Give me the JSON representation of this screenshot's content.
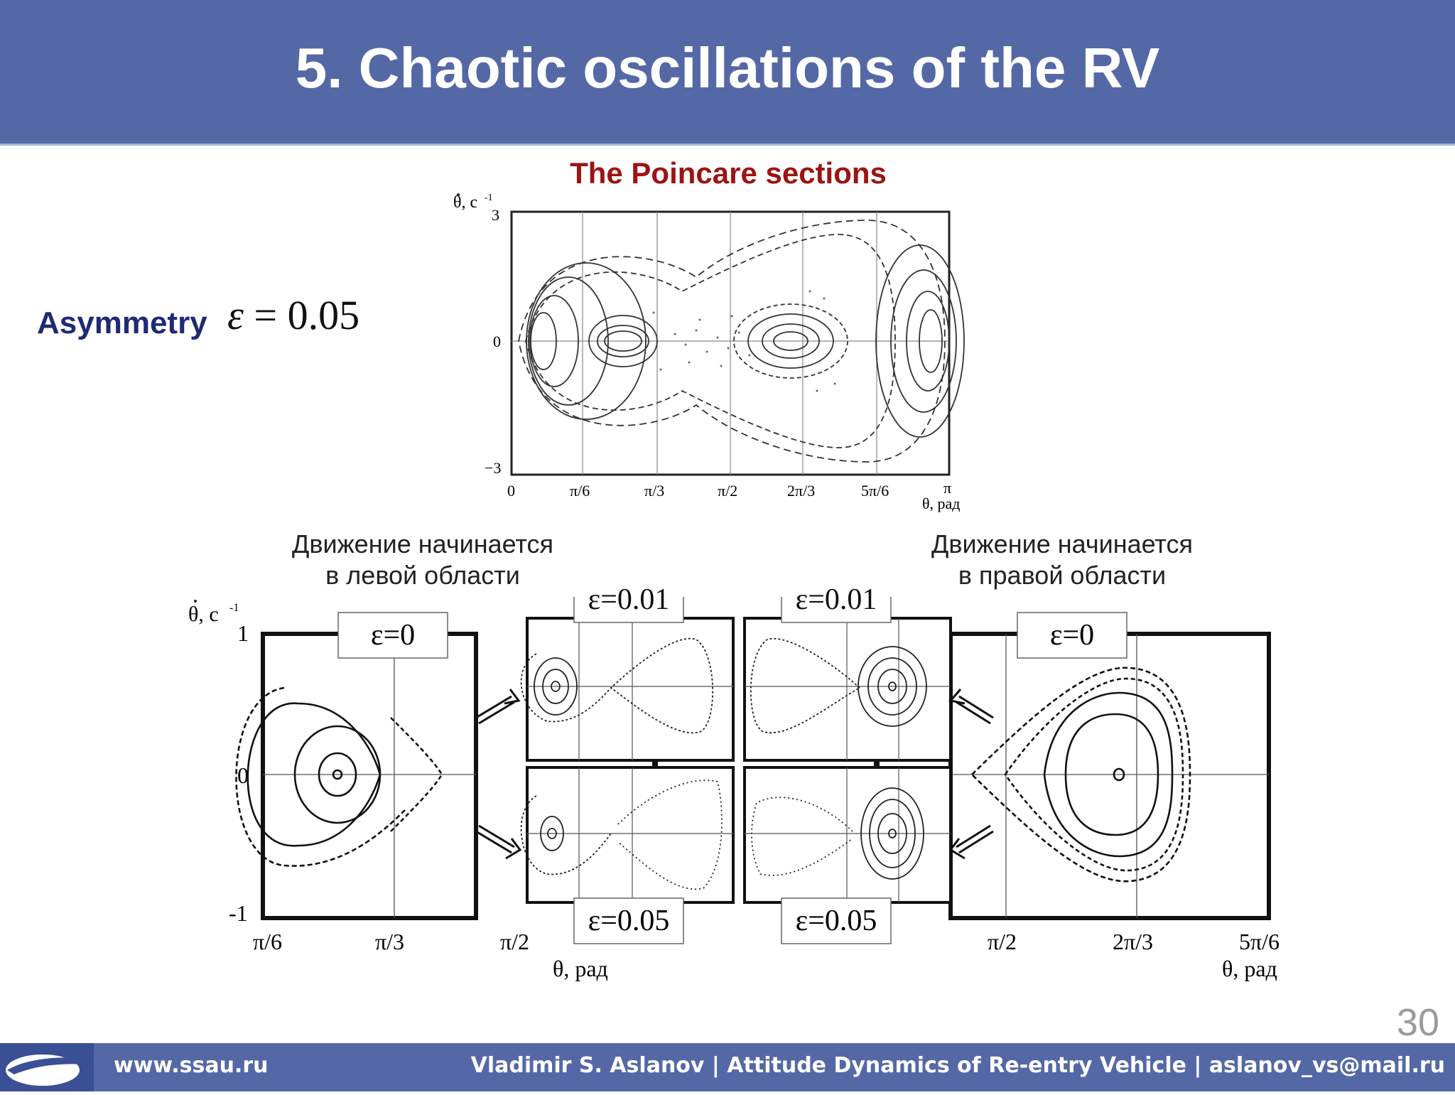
{
  "slide": {
    "title": "5. Chaotic oscillations of the RV",
    "subtitle": "The Poincare sections",
    "asymmetry_label": "Asymmetry",
    "asymmetry_formula_symbol": "ε",
    "asymmetry_formula_eq": "= 0.05",
    "page_number": "30"
  },
  "top_plot": {
    "y_axis_label": "θ, c",
    "y_axis_label_sup": "-1",
    "y_ticks": [
      "3",
      "0",
      "−3"
    ],
    "x_ticks": [
      "0",
      "π/6",
      "π/3",
      "π/2",
      "2π/3",
      "5π/6",
      "π"
    ],
    "x_axis_label": "θ, рад"
  },
  "bottom": {
    "left_caption_line1": "Движение начинается",
    "left_caption_line2": "в левой области",
    "right_caption_line1": "Движение начинается",
    "right_caption_line2": "в правой области",
    "y_axis_label": "θ, c",
    "y_axis_label_sup": "-1",
    "y_ticks": [
      "1",
      "0",
      "-1"
    ],
    "left_x_ticks": [
      "π/6",
      "π/3",
      "π/2"
    ],
    "right_x_ticks": [
      "π/2",
      "2π/3",
      "5π/6"
    ],
    "x_axis_label_left": "θ, рад",
    "x_axis_label_right": "θ, рад",
    "eps0_left": "ε=0",
    "eps0_right": "ε=0",
    "eps001_left": "ε=0.01",
    "eps001_right": "ε=0.01",
    "eps005_left": "ε=0.05",
    "eps005_right": "ε=0.05"
  },
  "footer": {
    "site": "www.ssau.ru",
    "credit": "Vladimir S. Aslanov | Attitude Dynamics of Re-entry Vehicle |  aslanov_vs@mail.ru"
  },
  "colors": {
    "header_bg": "#5568a6",
    "subtitle": "#9b1414",
    "asymmetry": "#1f2a74"
  }
}
